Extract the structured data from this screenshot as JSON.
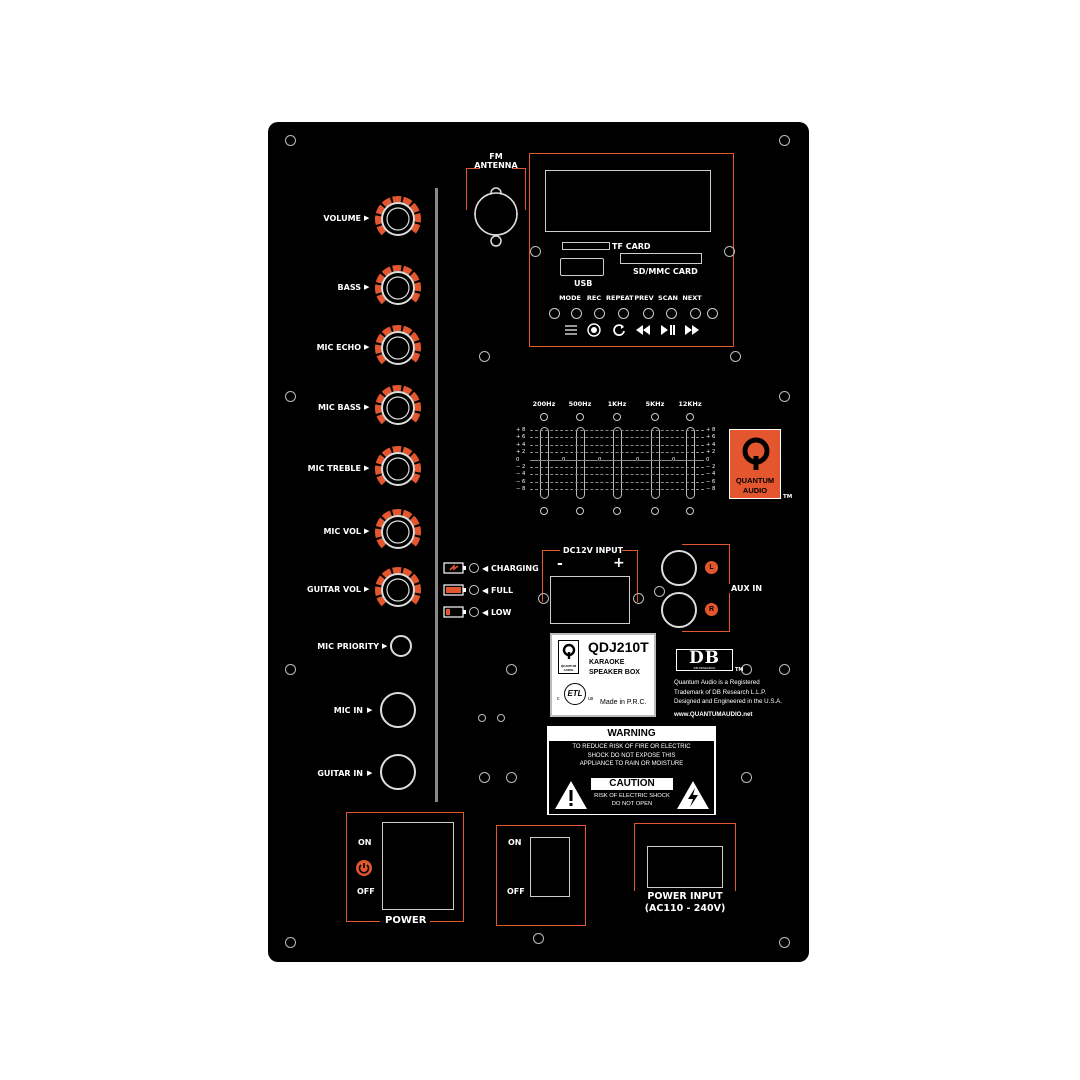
{
  "colors": {
    "panel": "#000000",
    "accent": "#e4572e",
    "text": "#ffffff"
  },
  "controls": {
    "knobs": [
      {
        "label": "VOLUME"
      },
      {
        "label": "BASS"
      },
      {
        "label": "MIC ECHO"
      },
      {
        "label": "MIC BASS"
      },
      {
        "label": "MIC TREBLE"
      },
      {
        "label": "MIC  VOL"
      },
      {
        "label": "GUITAR  VOL"
      }
    ],
    "mic_priority": "MIC PRIORITY",
    "mic_in": "MIC IN",
    "guitar_in": "GUITAR IN"
  },
  "battery": {
    "charging": "CHARGING",
    "full": "FULL",
    "low": "LOW"
  },
  "antenna": {
    "line1": "FM",
    "line2": "ANTENNA"
  },
  "media": {
    "tf_card": "TF CARD",
    "sd_card": "SD/MMC CARD",
    "usb": "USB",
    "buttons": [
      "MODE",
      "REC",
      "REPEAT",
      "PREV",
      "SCAN",
      "NEXT"
    ],
    "icons": [
      "menu-icon",
      "record-icon",
      "repeat-icon",
      "rewind-icon",
      "play-pause-icon",
      "fast-forward-icon"
    ]
  },
  "eq": {
    "bands": [
      "200Hz",
      "500Hz",
      "1KHz",
      "5KHz",
      "12KHz"
    ],
    "scale": [
      "+ 8",
      "+ 6",
      "+ 4",
      "+ 2",
      "0",
      "− 2",
      "− 4",
      "− 6",
      "− 8"
    ],
    "zero": "0"
  },
  "brand": {
    "line1": "QUANTUM",
    "line2": "AUDIO",
    "tm": "TM"
  },
  "dc_input": {
    "title": "DC12V INPUT",
    "minus": "-",
    "plus": "+"
  },
  "aux": {
    "label": "AUX IN",
    "left": "L",
    "right": "R"
  },
  "product": {
    "model": "QDJ210T",
    "desc1": "KARAOKE",
    "desc2": "SPEAKER BOX",
    "made_in": "Made in P.R.C.",
    "logo_line1": "QUANTUM",
    "logo_line2": "AUDIO",
    "etl": "ETL",
    "etl_c": "c",
    "etl_us": "us"
  },
  "db": {
    "logo": "DB",
    "sub": "DB RESEARCH",
    "tm": "TM",
    "line1": "Quantum Audio is a Registered",
    "line2": "Trademark of DB Research L.L.P.",
    "line3": "Designed and Engineered in the U.S.A.",
    "url": "www.QUANTUMAUDIO.net"
  },
  "warning": {
    "title": "WARNING",
    "line1": "TO REDUCE RISK OF FIRE OR ELECTRIC",
    "line2": "SHOCK DO NOT EXPOSE THIS",
    "line3": "APPLIANCE TO RAIN OR MOISTURE",
    "caution": "CAUTION",
    "c1": "RISK OF ELECTRIC SHOCK",
    "c2": "DO NOT OPEN"
  },
  "power": {
    "on": "ON",
    "off": "OFF",
    "label": "POWER",
    "sw2_on": "ON",
    "sw2_off": "OFF",
    "input_line1": "POWER INPUT",
    "input_line2": "(AC110 - 240V)"
  }
}
